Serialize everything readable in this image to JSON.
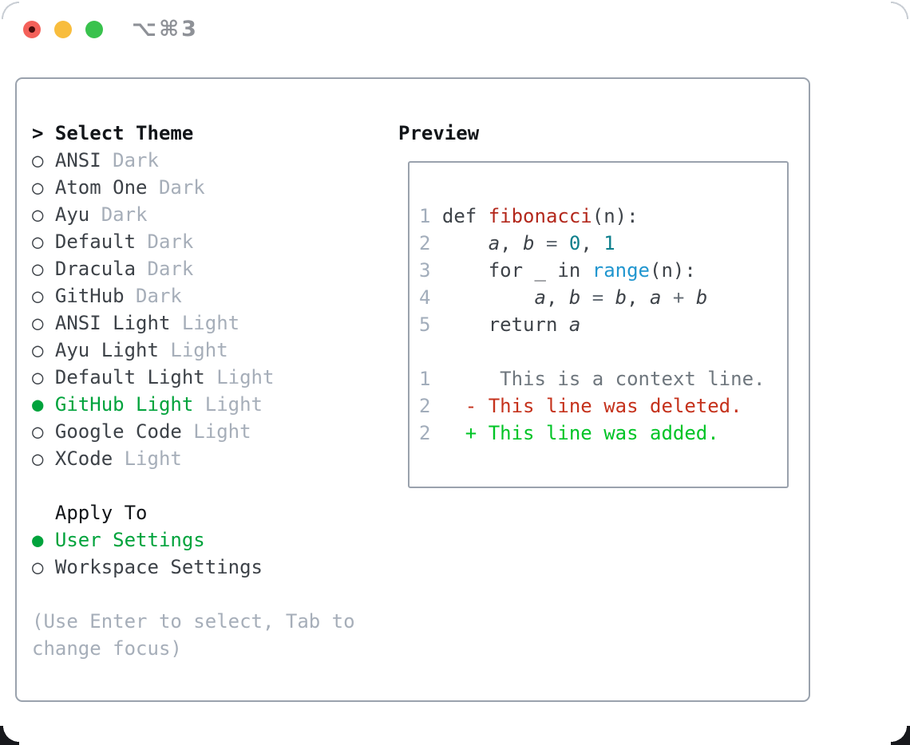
{
  "colors": {
    "accent_green": "#00a33c",
    "diff_added_green": "#00c426",
    "diff_deleted_red": "#c5321c",
    "function_red": "#b3281c",
    "number_teal": "#0d7f8c",
    "builtin_blue": "#2196cf",
    "code_text": "#3e4349",
    "operator_gray": "#676f77",
    "line_number_gray": "#a2adbb",
    "muted_gray": "#a6aeb9",
    "context_gray": "#6f777e",
    "item_text": "#3d4248",
    "black_text": "#121519",
    "border_gray": "#9aa2ad",
    "traffic_red": "#f4615a",
    "traffic_yellow": "#f8bd3d",
    "traffic_green": "#39c24d",
    "title_gray": "#8e9197"
  },
  "titlebar": {
    "shortcut": "⌥⌘3",
    "close_icon": "close-traffic-light",
    "minimize_icon": "minimize-traffic-light",
    "zoom_icon": "zoom-traffic-light"
  },
  "markers": {
    "cursor": ">",
    "selected": "●",
    "unselected": "○"
  },
  "theme_list": {
    "header": "Select Theme",
    "items": [
      {
        "name": "ANSI",
        "variant": "Dark",
        "selected": false
      },
      {
        "name": "Atom One",
        "variant": "Dark",
        "selected": false
      },
      {
        "name": "Ayu",
        "variant": "Dark",
        "selected": false
      },
      {
        "name": "Default",
        "variant": "Dark",
        "selected": false
      },
      {
        "name": "Dracula",
        "variant": "Dark",
        "selected": false
      },
      {
        "name": "GitHub",
        "variant": "Dark",
        "selected": false
      },
      {
        "name": "ANSI Light",
        "variant": "Light",
        "selected": false
      },
      {
        "name": "Ayu Light",
        "variant": "Light",
        "selected": false
      },
      {
        "name": "Default Light",
        "variant": "Light",
        "selected": false
      },
      {
        "name": "GitHub Light",
        "variant": "Light",
        "selected": true
      },
      {
        "name": "Google Code",
        "variant": "Light",
        "selected": false
      },
      {
        "name": "XCode",
        "variant": "Light",
        "selected": false
      }
    ]
  },
  "apply_to": {
    "header": "Apply To",
    "options": [
      {
        "label": "User Settings",
        "selected": true
      },
      {
        "label": "Workspace Settings",
        "selected": false
      }
    ]
  },
  "hint": {
    "lines": [
      "(Use Enter to select, Tab to",
      "change focus)"
    ]
  },
  "preview": {
    "header": "Preview",
    "code_lines": [
      {
        "name": "code-line-1",
        "segments": [
          [
            "num",
            "1"
          ],
          [
            "code",
            " def "
          ],
          [
            "fn",
            "fibonacci"
          ],
          [
            "code",
            "(n):"
          ]
        ]
      },
      {
        "name": "code-line-2",
        "segments": [
          [
            "num",
            "2"
          ],
          [
            "code",
            "     "
          ],
          [
            "var",
            "a"
          ],
          [
            "code",
            ", "
          ],
          [
            "var",
            "b"
          ],
          [
            "op",
            " = "
          ],
          [
            "teal",
            "0"
          ],
          [
            "code",
            ", "
          ],
          [
            "teal",
            "1"
          ]
        ]
      },
      {
        "name": "code-line-3",
        "segments": [
          [
            "num",
            "3"
          ],
          [
            "code",
            "     for _ in "
          ],
          [
            "blue",
            "range"
          ],
          [
            "code",
            "(n):"
          ]
        ]
      },
      {
        "name": "code-line-4",
        "segments": [
          [
            "num",
            "4"
          ],
          [
            "code",
            "         "
          ],
          [
            "var",
            "a"
          ],
          [
            "code",
            ", "
          ],
          [
            "var",
            "b"
          ],
          [
            "op",
            " = "
          ],
          [
            "var",
            "b"
          ],
          [
            "code",
            ", "
          ],
          [
            "var",
            "a"
          ],
          [
            "op",
            " + "
          ],
          [
            "var",
            "b"
          ]
        ]
      },
      {
        "name": "code-line-5",
        "segments": [
          [
            "num",
            "5"
          ],
          [
            "code",
            "     return "
          ],
          [
            "var",
            "a"
          ]
        ]
      },
      {
        "name": "code-blank-line",
        "segments": []
      },
      {
        "name": "diff-context-line",
        "segments": [
          [
            "num",
            "1"
          ],
          [
            "ctx",
            "      This is a context line."
          ]
        ]
      },
      {
        "name": "diff-deleted-line",
        "segments": [
          [
            "num",
            "2"
          ],
          [
            "del",
            "   - This line was deleted."
          ]
        ]
      },
      {
        "name": "diff-added-line",
        "segments": [
          [
            "num",
            "2"
          ],
          [
            "add",
            "   + This line was added."
          ]
        ]
      }
    ]
  }
}
